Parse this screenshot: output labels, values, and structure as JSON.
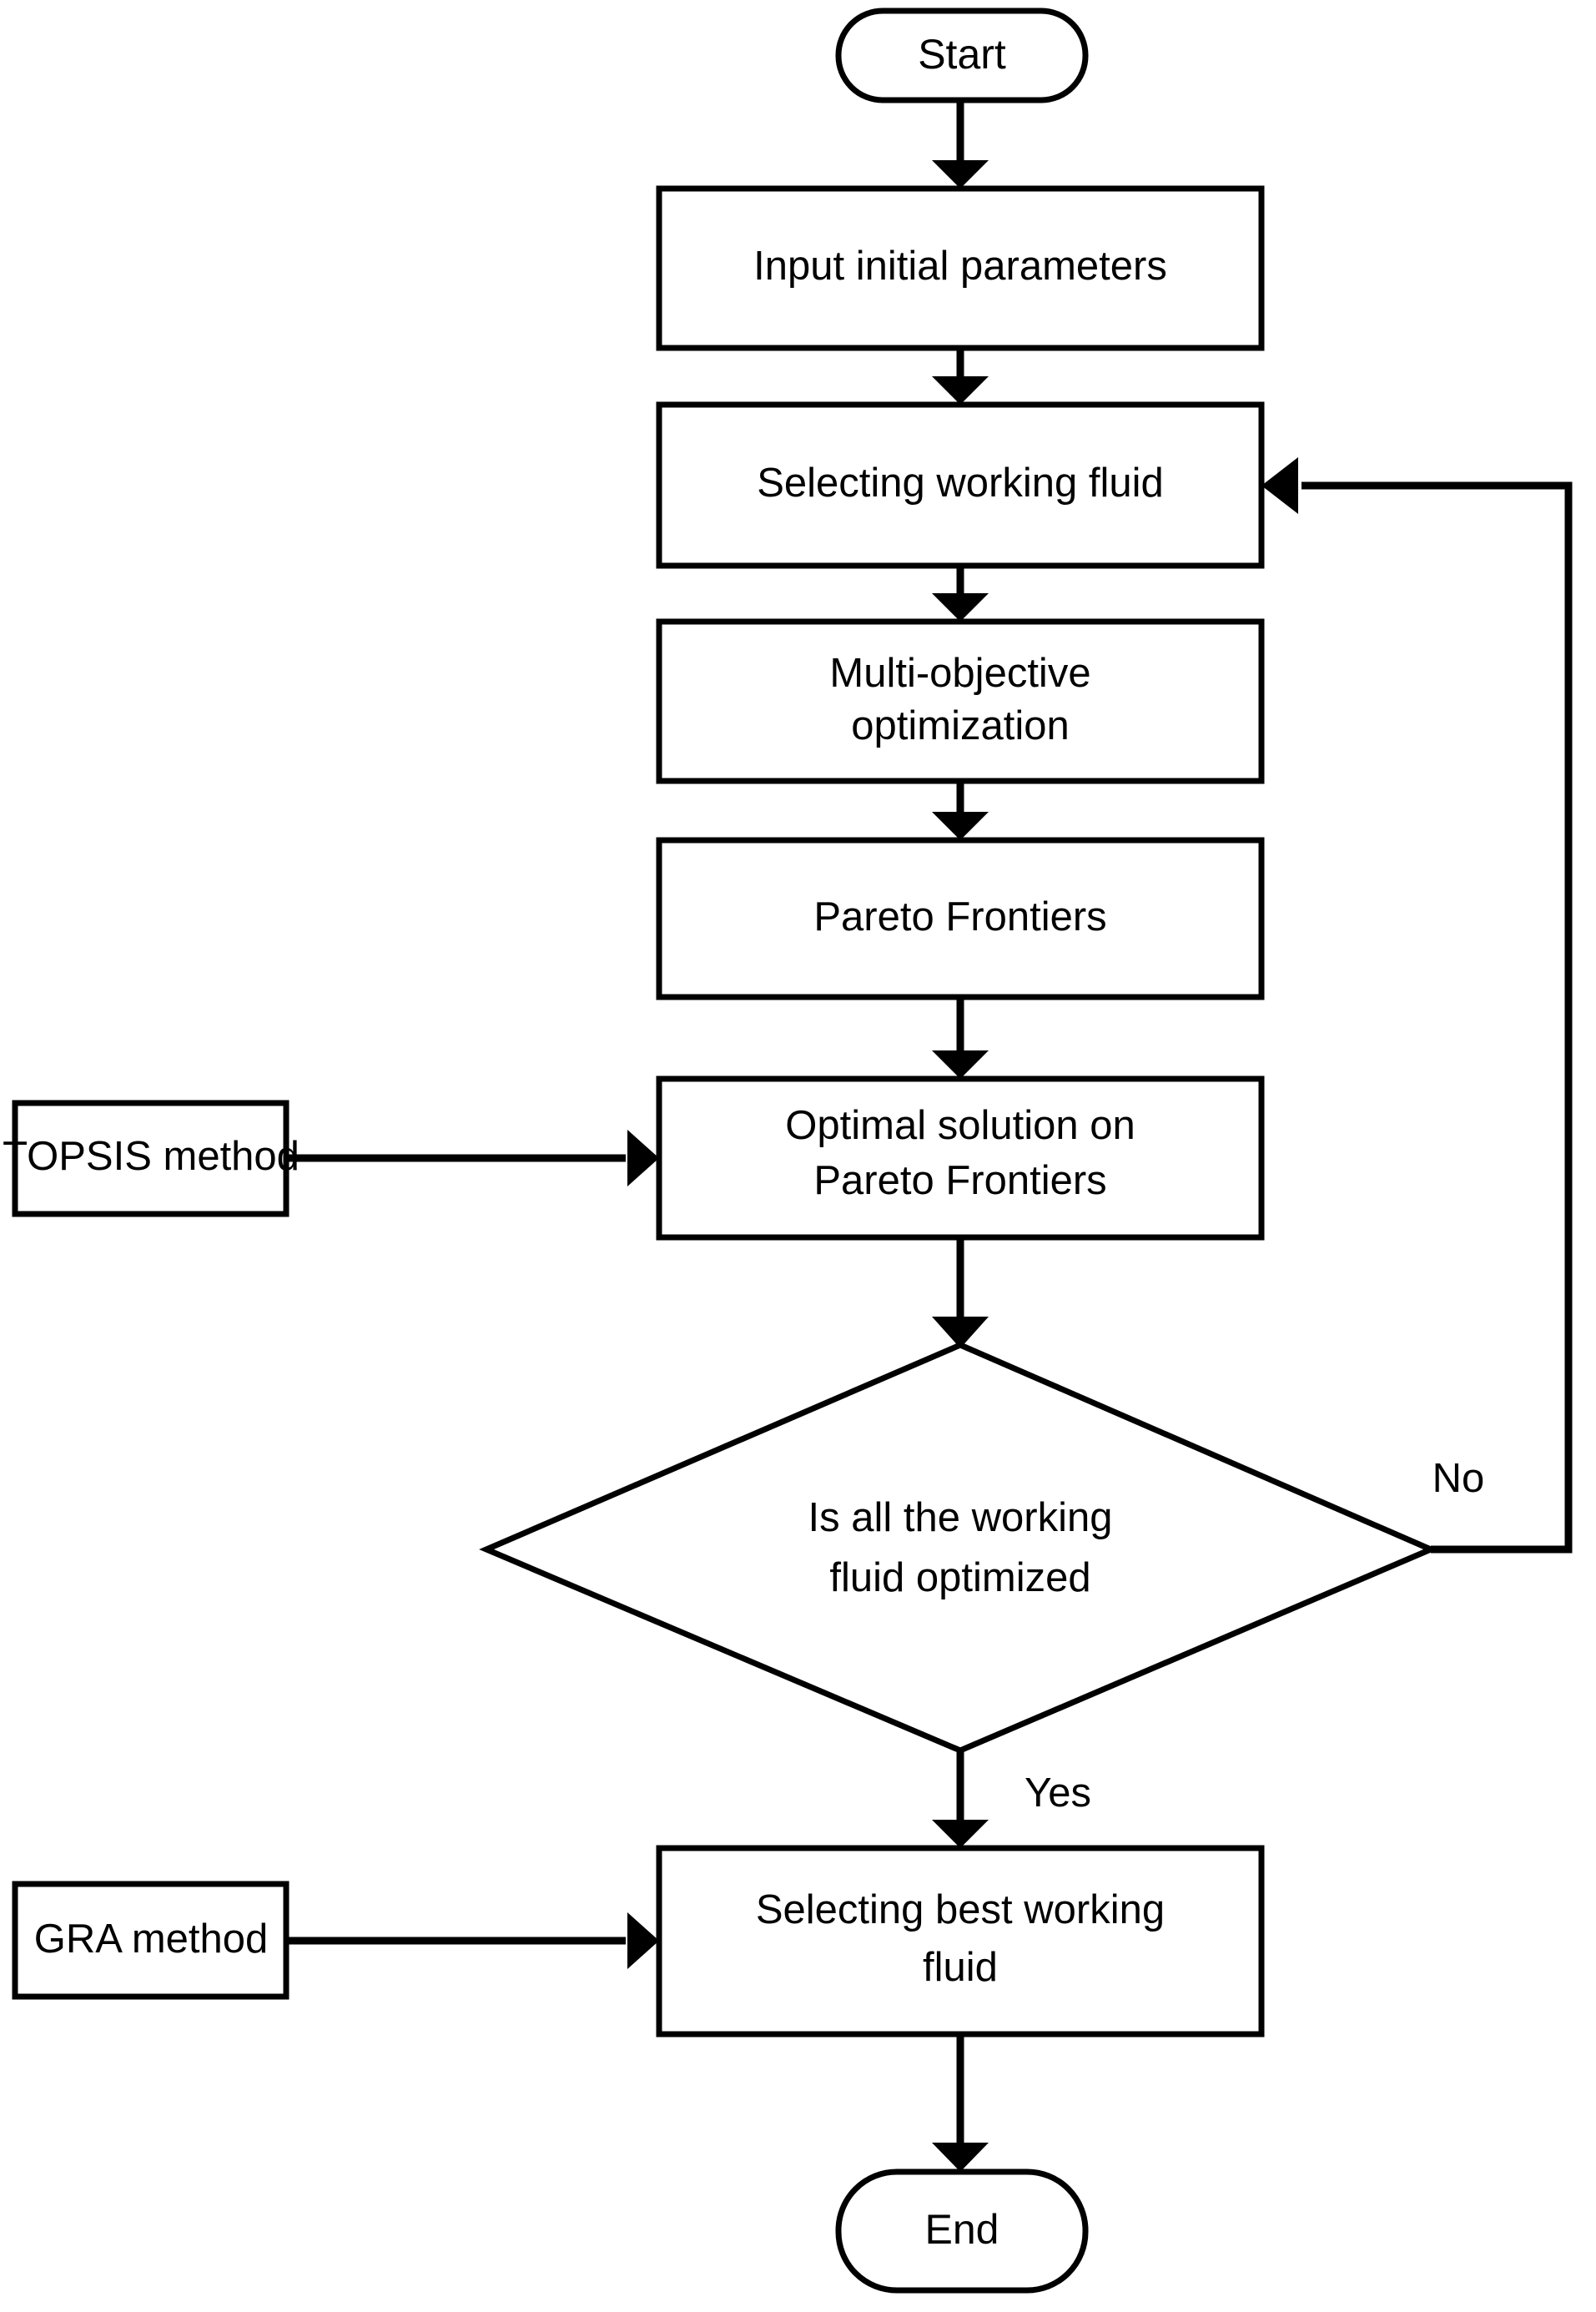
{
  "diagram": {
    "title": "Working fluid multi-objective optimization flowchart",
    "background_color": "#ffffff",
    "line_color": "#000000",
    "text_color": "#000000"
  },
  "nodes": {
    "start": {
      "label": "Start",
      "shape": "terminator"
    },
    "input_params": {
      "label": "Input initial parameters",
      "shape": "process"
    },
    "selecting_fluid": {
      "label": "Selecting working fluid",
      "shape": "process"
    },
    "multi_objective": {
      "line1": "Multi-objective",
      "line2": "optimization",
      "shape": "process"
    },
    "pareto_frontiers": {
      "label": "Pareto Frontiers",
      "shape": "process"
    },
    "topsis": {
      "label": "TOPSIS method",
      "shape": "process"
    },
    "optimal_solution": {
      "line1": "Optimal solution on",
      "line2": "Pareto Frontiers",
      "shape": "process"
    },
    "decision": {
      "line1": "Is all the working",
      "line2": "fluid optimized",
      "shape": "decision"
    },
    "gra": {
      "label": "GRA method",
      "shape": "process"
    },
    "best_fluid": {
      "line1": "Selecting best working",
      "line2": "fluid",
      "shape": "process"
    },
    "end": {
      "label": "End",
      "shape": "terminator"
    }
  },
  "edge_labels": {
    "no": "No",
    "yes": "Yes"
  }
}
